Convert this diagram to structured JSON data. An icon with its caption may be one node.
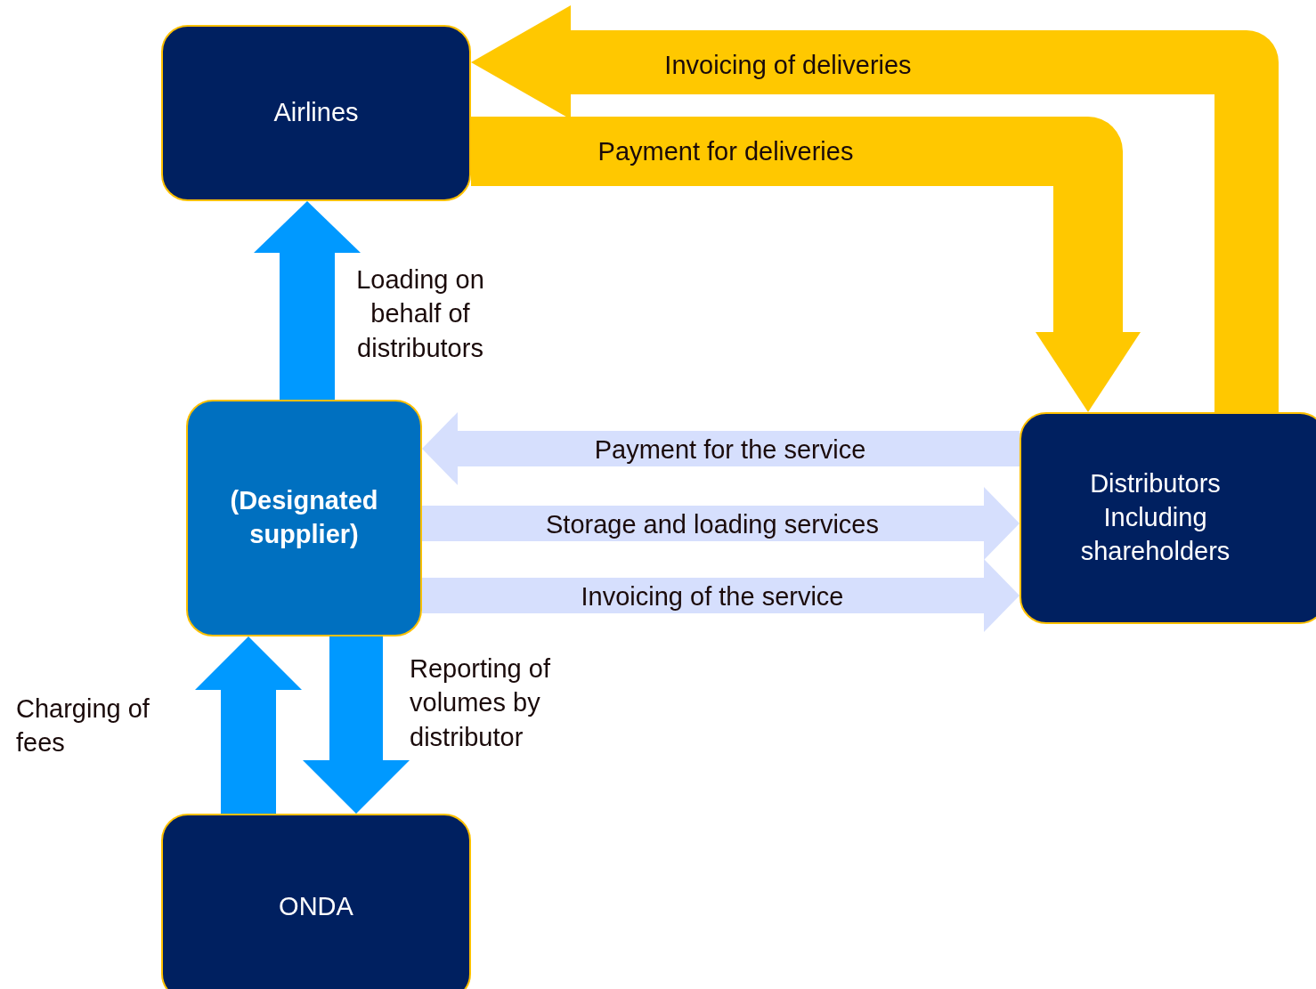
{
  "diagram": {
    "nodes": [
      {
        "text": [
          "Airlines"
        ]
      },
      {
        "text": [
          "(Designated supplier)"
        ]
      },
      {
        "text": [
          "Distributors Including shareholders"
        ]
      },
      {
        "text": [
          "ONDA"
        ]
      }
    ],
    "edges": [
      {
        "from": 2,
        "to": 0,
        "arrow": "to",
        "label": "Invoicing of deliveries",
        "color": "#ffc800"
      },
      {
        "from": 0,
        "to": 2,
        "arrow": "to",
        "label": "Payment for deliveries",
        "color": "#ffc800"
      },
      {
        "from": 1,
        "to": 0,
        "arrow": "to",
        "label": "Loading on behalf of distributors",
        "color": "#0099ff"
      },
      {
        "from": 2,
        "to": 1,
        "arrow": "to",
        "label": "Payment for the service",
        "color": "#d6dffd"
      },
      {
        "from": 1,
        "to": 2,
        "arrow": "to",
        "label": "Storage and loading services",
        "color": "#d6dffd"
      },
      {
        "from": 1,
        "to": 2,
        "arrow": "to",
        "label": "Invoicing of the service",
        "color": "#d6dffd"
      },
      {
        "from": 3,
        "to": 1,
        "arrow": "to",
        "label": "Charging of fees",
        "color": "#0099ff"
      },
      {
        "from": 1,
        "to": 3,
        "arrow": "to",
        "label": "Reporting of volumes by distributor",
        "color": "#0099ff"
      }
    ]
  }
}
